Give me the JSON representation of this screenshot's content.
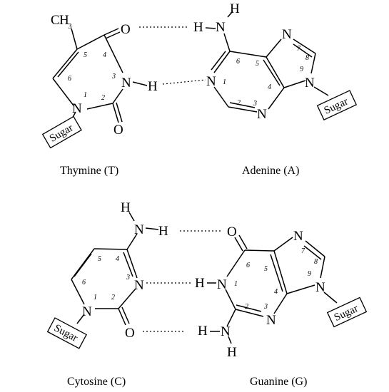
{
  "captions": {
    "thymine": "Thymine (T)",
    "adenine": "Adenine (A)",
    "cytosine": "Cytosine (C)",
    "guanine": "Guanine (G)"
  },
  "atoms": {
    "C": "C",
    "H": "H",
    "H3": "3",
    "N": "N",
    "O": "O"
  },
  "sugar_label": "Sugar",
  "ring_numbers": [
    "1",
    "2",
    "3",
    "4",
    "5",
    "6",
    "7",
    "8",
    "9"
  ]
}
